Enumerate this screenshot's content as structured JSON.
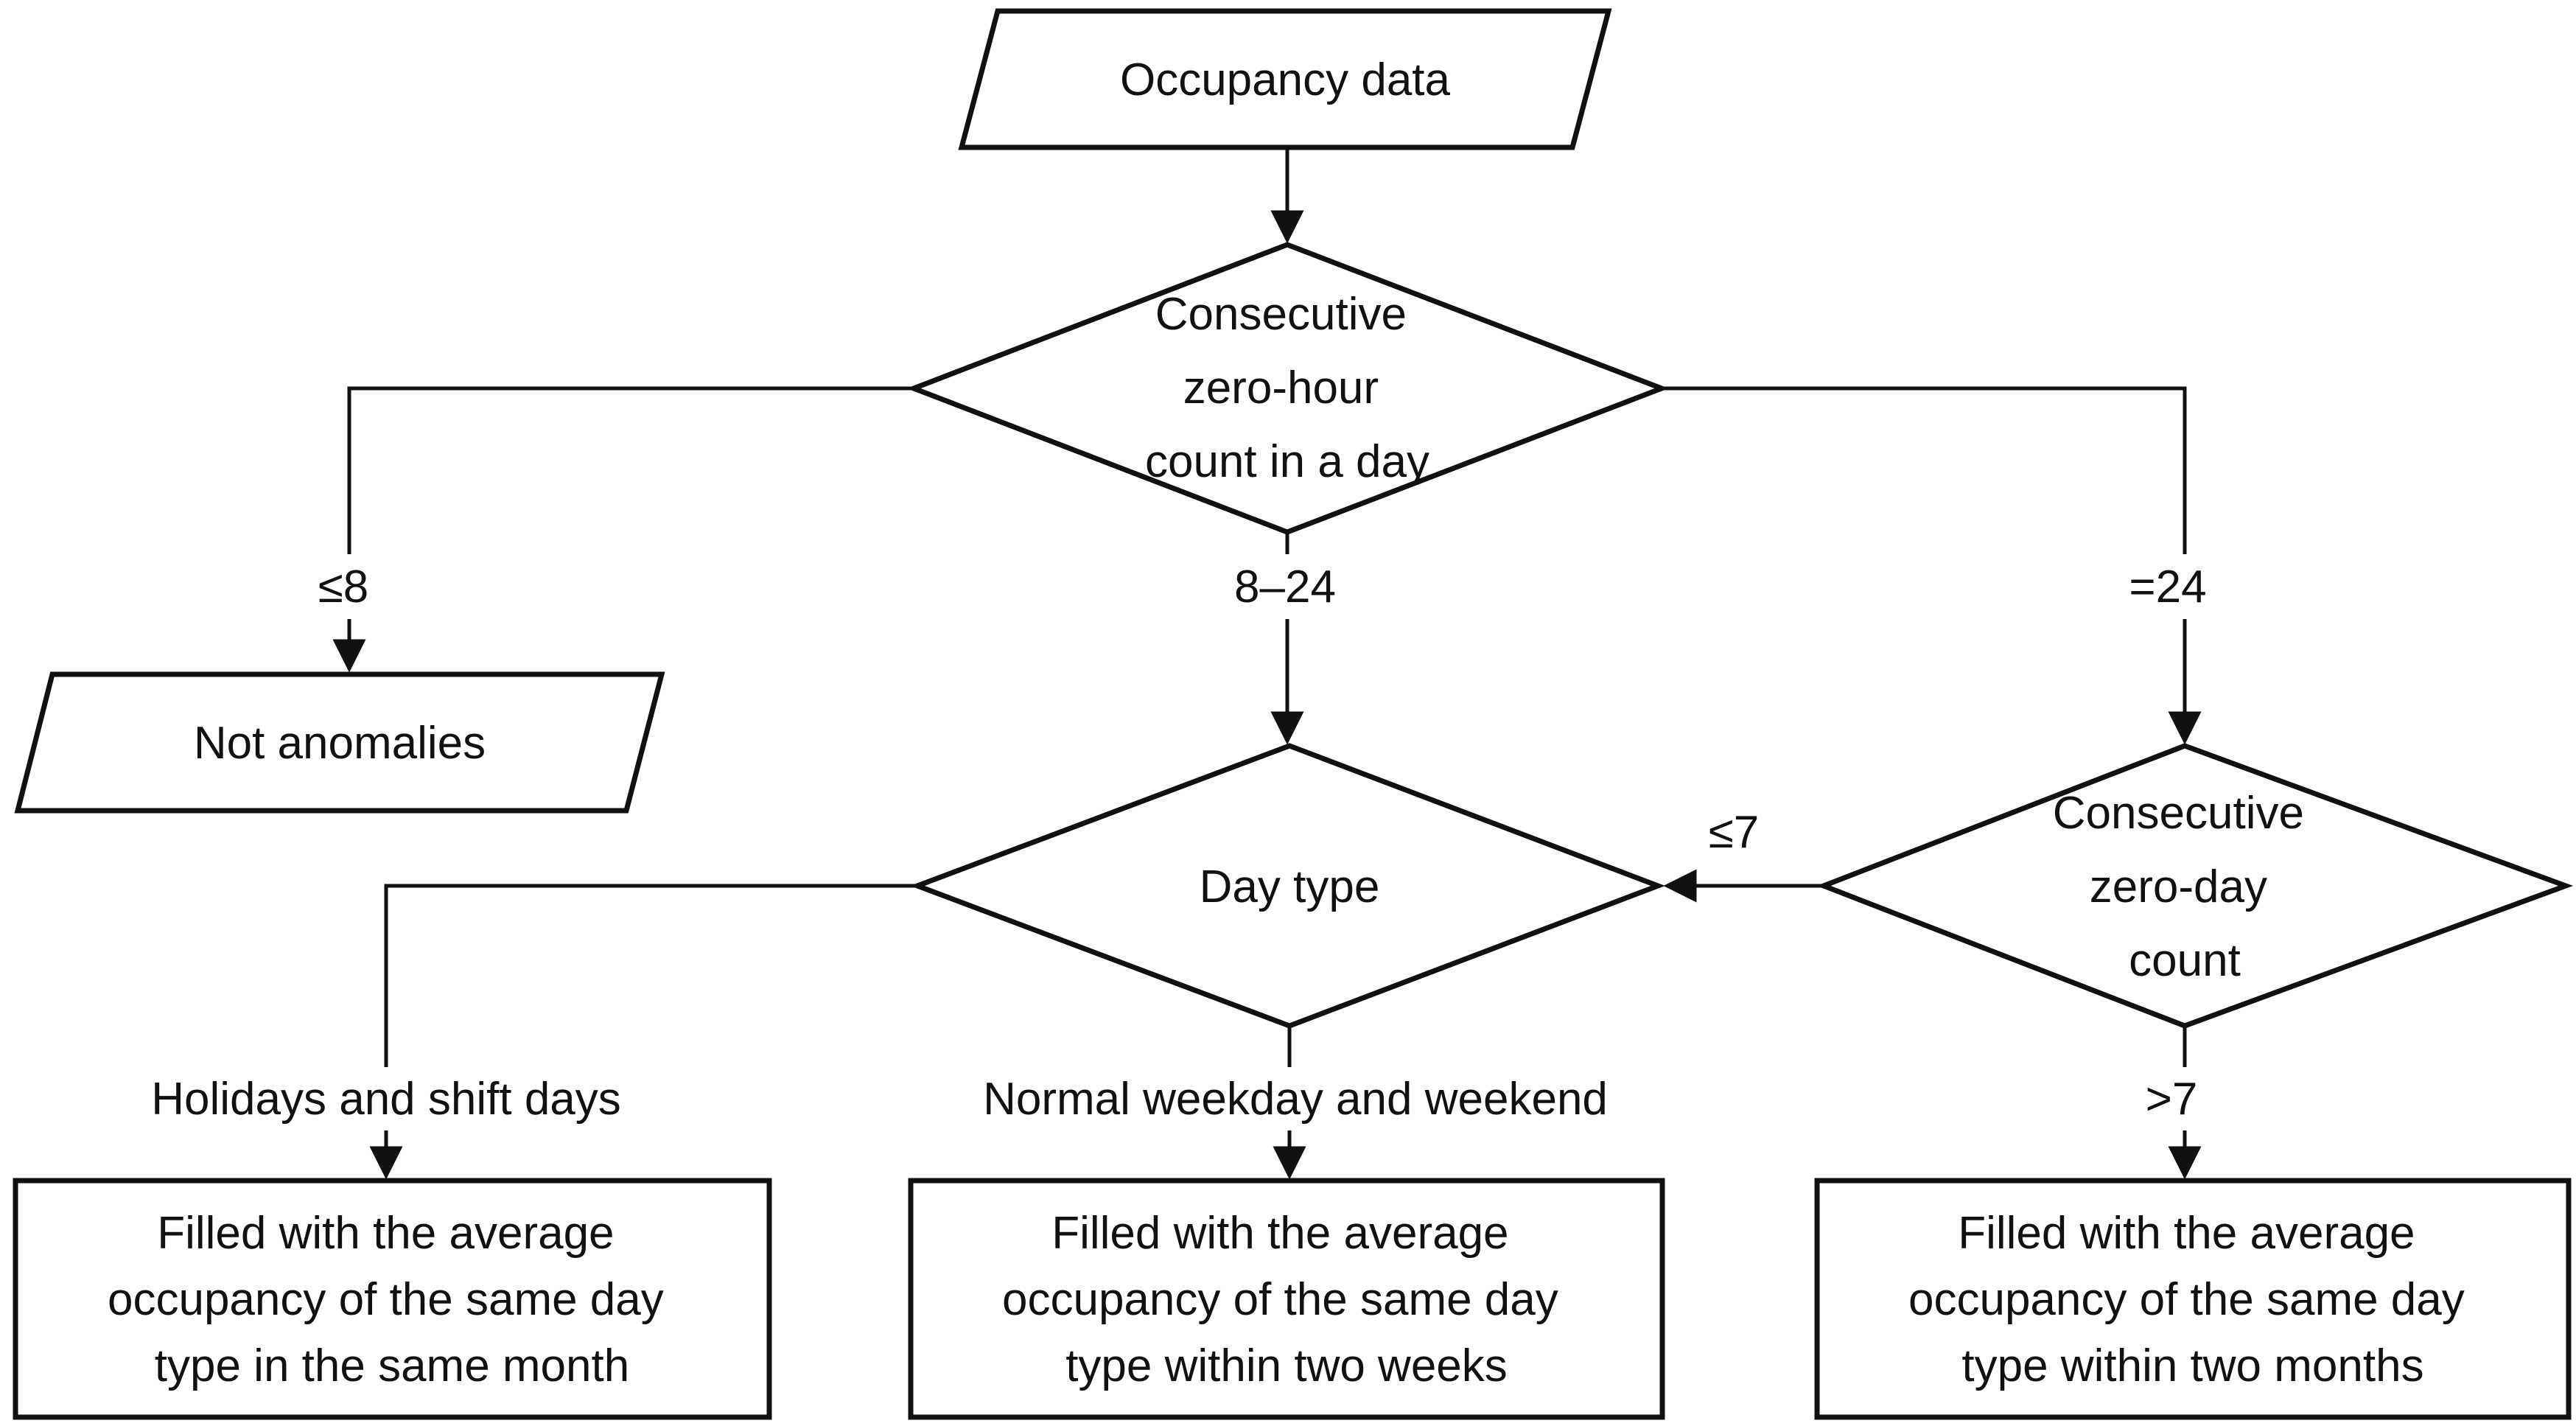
{
  "diagram": {
    "type": "flowchart",
    "colors": {
      "stroke": "#111111",
      "fill": "#ffffff",
      "text": "#111111",
      "background": "#ffffff"
    },
    "nodes": {
      "occupancy_data": {
        "type": "input-parallelogram",
        "label": "Occupancy data"
      },
      "zero_hour_decision": {
        "type": "decision-diamond",
        "lines": [
          "Consecutive",
          "zero-hour",
          "count in a day"
        ]
      },
      "not_anomalies": {
        "type": "output-parallelogram",
        "label": "Not anomalies"
      },
      "day_type_decision": {
        "type": "decision-diamond",
        "label": "Day type"
      },
      "zero_day_decision": {
        "type": "decision-diamond",
        "lines": [
          "Consecutive",
          "zero-day",
          "count"
        ]
      },
      "fill_same_month": {
        "type": "process-rect",
        "lines": [
          "Filled with the average",
          "occupancy of the same day",
          "type in the same month"
        ]
      },
      "fill_two_weeks": {
        "type": "process-rect",
        "lines": [
          "Filled with the average",
          "occupancy of the same day",
          "type within two weeks"
        ]
      },
      "fill_two_months": {
        "type": "process-rect",
        "lines": [
          "Filled with the average",
          "occupancy of the same day",
          "type within two months"
        ]
      }
    },
    "edge_labels": {
      "le8": "≤8",
      "range": "8–24",
      "eq24": "=24",
      "le7": "≤7",
      "gt7": ">7",
      "holidays": "Holidays and shift days",
      "normal": "Normal weekday and weekend"
    }
  }
}
